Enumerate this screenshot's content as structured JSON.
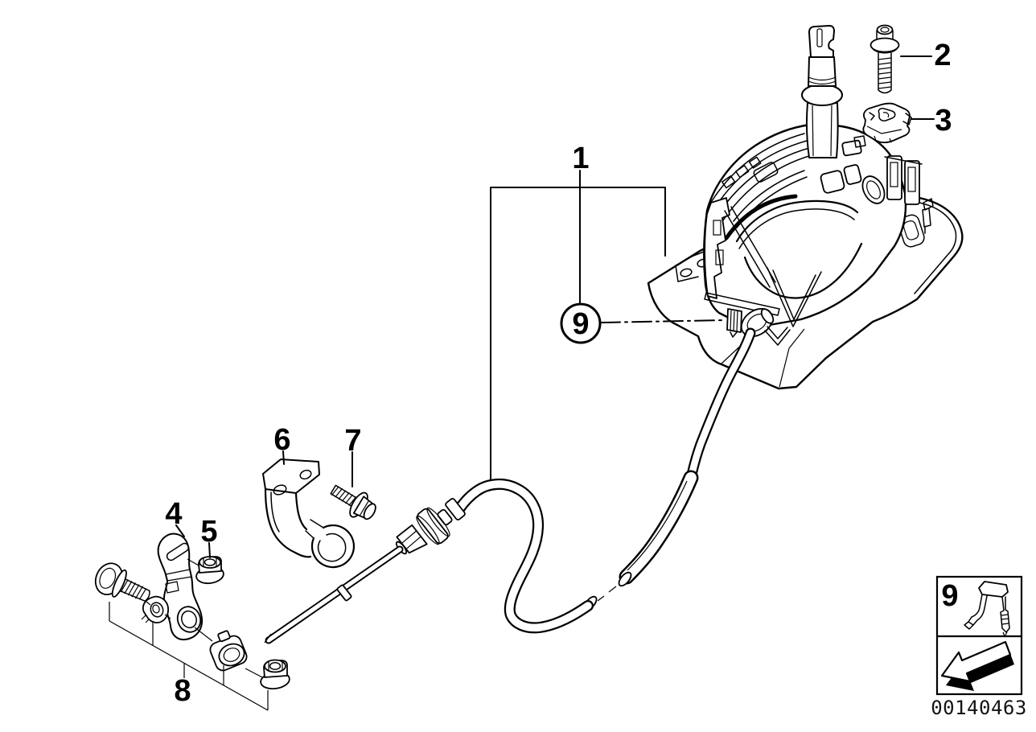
{
  "diagram": {
    "background_color": "#ffffff",
    "line_color": "#000000",
    "image_number": "00140463",
    "callouts": {
      "c1": "1",
      "c2": "2",
      "c3": "3",
      "c4": "4",
      "c5": "5",
      "c6": "6",
      "c7": "7",
      "c8": "8",
      "c9": "9"
    },
    "inset": {
      "callout": "9"
    }
  }
}
